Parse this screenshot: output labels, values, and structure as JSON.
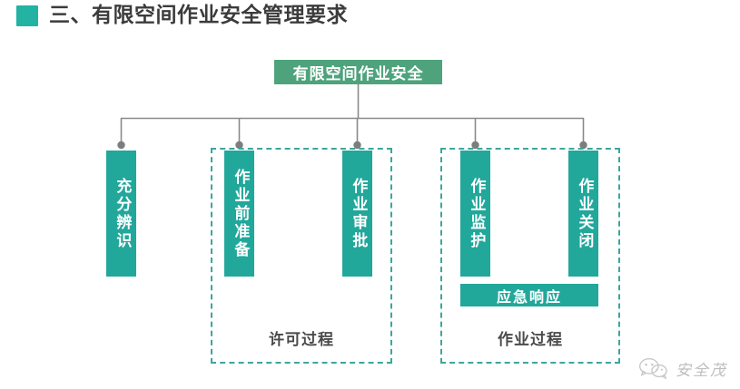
{
  "heading": {
    "bullet_color": "#22b3a3",
    "text": "三、有限空间作业安全管理要求"
  },
  "diagram": {
    "root": {
      "label": "有限空间作业安全",
      "color": "#4ea37c"
    },
    "pillars": [
      {
        "label": "充分辨识",
        "color": "#22a79b"
      },
      {
        "label": "作业前准备",
        "color": "#22a79b"
      },
      {
        "label": "作业审批",
        "color": "#22a79b"
      },
      {
        "label": "作业监护",
        "color": "#22a79b"
      },
      {
        "label": "作业关闭",
        "color": "#22a79b"
      }
    ],
    "groups": [
      {
        "label": "许可过程",
        "border_color": "#3aa79c"
      },
      {
        "label": "作业过程",
        "border_color": "#3aa79c"
      }
    ],
    "bars": [
      {
        "label": "应急响应",
        "color": "#22a79b"
      }
    ],
    "connector_color": "#8a8a8a"
  },
  "watermark": {
    "text": "安全茂",
    "logo": "wechat-logo"
  }
}
